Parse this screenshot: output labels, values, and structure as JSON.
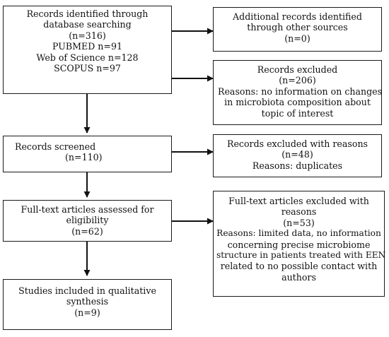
{
  "boxes": {
    "identification": {
      "lines": [
        "Records identified through",
        "database searching",
        "(n=316)",
        "PUBMED n=91",
        "Web of Science n=128",
        "SCOPUS n=97"
      ]
    },
    "additional": {
      "lines": [
        "Additional records identified",
        "through other sources",
        "(n=0)"
      ]
    },
    "excluded": {
      "lines": [
        "Records excluded",
        "(n=206)",
        "Reasons: no information on changes",
        "in microbiota composition about",
        "topic of interest"
      ]
    },
    "screened": {
      "lines": [
        "Records screened",
        "(n=110)"
      ]
    },
    "excluded_reasons": {
      "lines": [
        "Records excluded with reasons",
        "(n=48)",
        "Reasons: duplicates"
      ]
    },
    "fulltext": {
      "lines": [
        "Full-text articles assessed for",
        "eligibility",
        "(n=62)"
      ]
    },
    "fulltext_excluded": {
      "lines": [
        "Full-text articles excluded with",
        "reasons",
        "(n=53)",
        "Reasons: limited data, no information",
        "concerning precise microbiome",
        "structure in patients treated with EEN",
        "related to no possible contact with",
        "authors"
      ]
    },
    "included": {
      "lines": [
        "Studies included in qualitative",
        "synthesis",
        "(n=9)"
      ]
    }
  }
}
